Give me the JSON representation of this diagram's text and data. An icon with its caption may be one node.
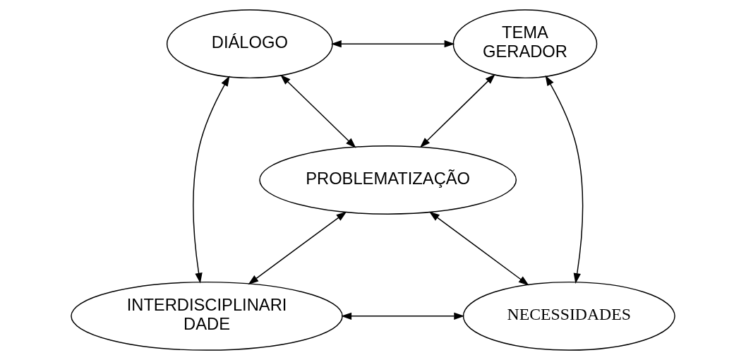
{
  "diagram": {
    "nodes": [
      {
        "text": [
          "DIÁLOGO"
        ]
      },
      {
        "text": [
          "TEMA GERADOR"
        ]
      },
      {
        "text": [
          "PROBLEMATIZAÇÃO"
        ]
      },
      {
        "text": [
          "INTERDISCIPLINARI DADE"
        ]
      },
      {
        "text": [
          "NECESSIDADES"
        ]
      }
    ],
    "edges": [
      {
        "from": 0,
        "to": 1,
        "arrow": "both"
      },
      {
        "from": 0,
        "to": 2,
        "arrow": "both"
      },
      {
        "from": 1,
        "to": 2,
        "arrow": "both"
      },
      {
        "from": 0,
        "to": 3,
        "arrow": "both"
      },
      {
        "from": 1,
        "to": 4,
        "arrow": "both"
      },
      {
        "from": 2,
        "to": 3,
        "arrow": "both"
      },
      {
        "from": 2,
        "to": 4,
        "arrow": "both"
      },
      {
        "from": 3,
        "to": 4,
        "arrow": "both"
      }
    ]
  }
}
